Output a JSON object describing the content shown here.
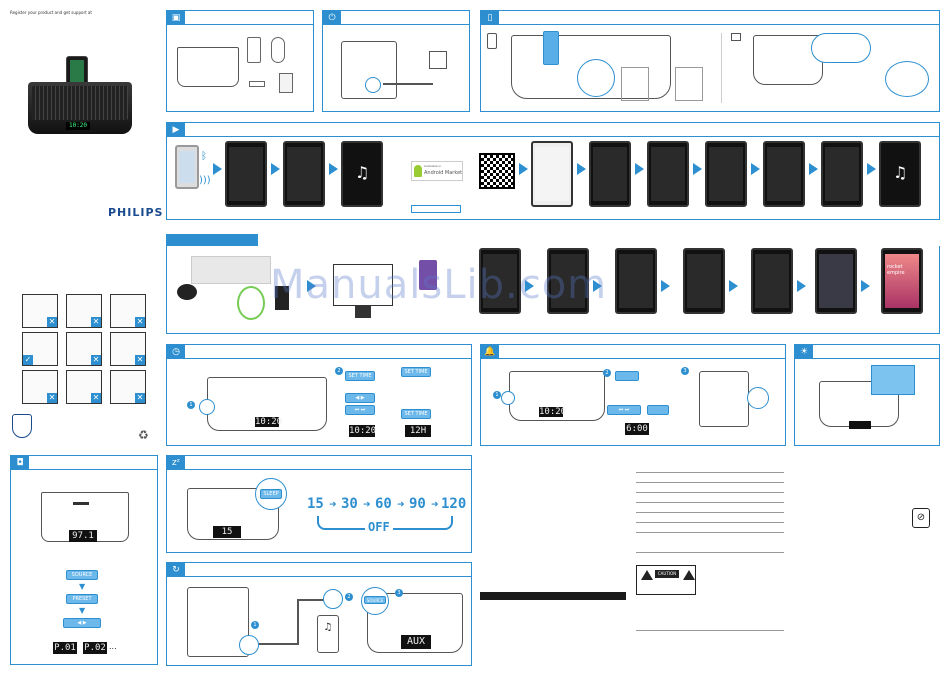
{
  "sidebar": {
    "register_text": "Register your product and get support at",
    "lcd_time": "10:20",
    "brand": "PHILIPS"
  },
  "sections": {
    "android_market": {
      "badge_small": "Available in",
      "badge_name": "Android Market"
    },
    "clock": {
      "set_time_label": "SET TIME",
      "set_time_label2": "SET TIME",
      "set_time_label3": "SET TIME",
      "lcd_main": "10:20",
      "lcd_time_a": "10:20",
      "lcd_time_b": "12H",
      "step1": "1",
      "step2": "2"
    },
    "alarm": {
      "lcd_main": "10:20",
      "lcd_alarm": "6:00",
      "step1": "1",
      "step2": "2",
      "step3": "3"
    },
    "radio": {
      "lcd_main": "97.1",
      "btn_source": "SOURCE",
      "btn_preset": "PRESET",
      "preset1": "P.01",
      "preset2": "P.02",
      "ellipsis": "..."
    },
    "sleep": {
      "lcd_main": "15",
      "sleep_btn": "SLEEP",
      "sequence": [
        "15",
        "30",
        "60",
        "90",
        "120"
      ],
      "off_label": "OFF"
    },
    "aux": {
      "source_btn": "SOURCE",
      "lcd_aux": "AUX",
      "step1": "1",
      "step2": "2",
      "step3": "3"
    },
    "songbird": {
      "album_title": "rocket empire"
    },
    "caution": {
      "label": "CAUTION"
    }
  },
  "watermark": "ManualsLib.com",
  "colors": {
    "accent": "#2d8fd0",
    "lcd": "#111111"
  }
}
